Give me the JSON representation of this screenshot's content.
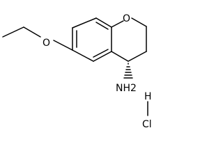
{
  "molecule": {
    "atoms": {
      "ring_oxygen": "O",
      "methoxy_oxygen": "O",
      "amine": "NH2",
      "chlorine": "Cl",
      "hydrogen": "H"
    }
  }
}
